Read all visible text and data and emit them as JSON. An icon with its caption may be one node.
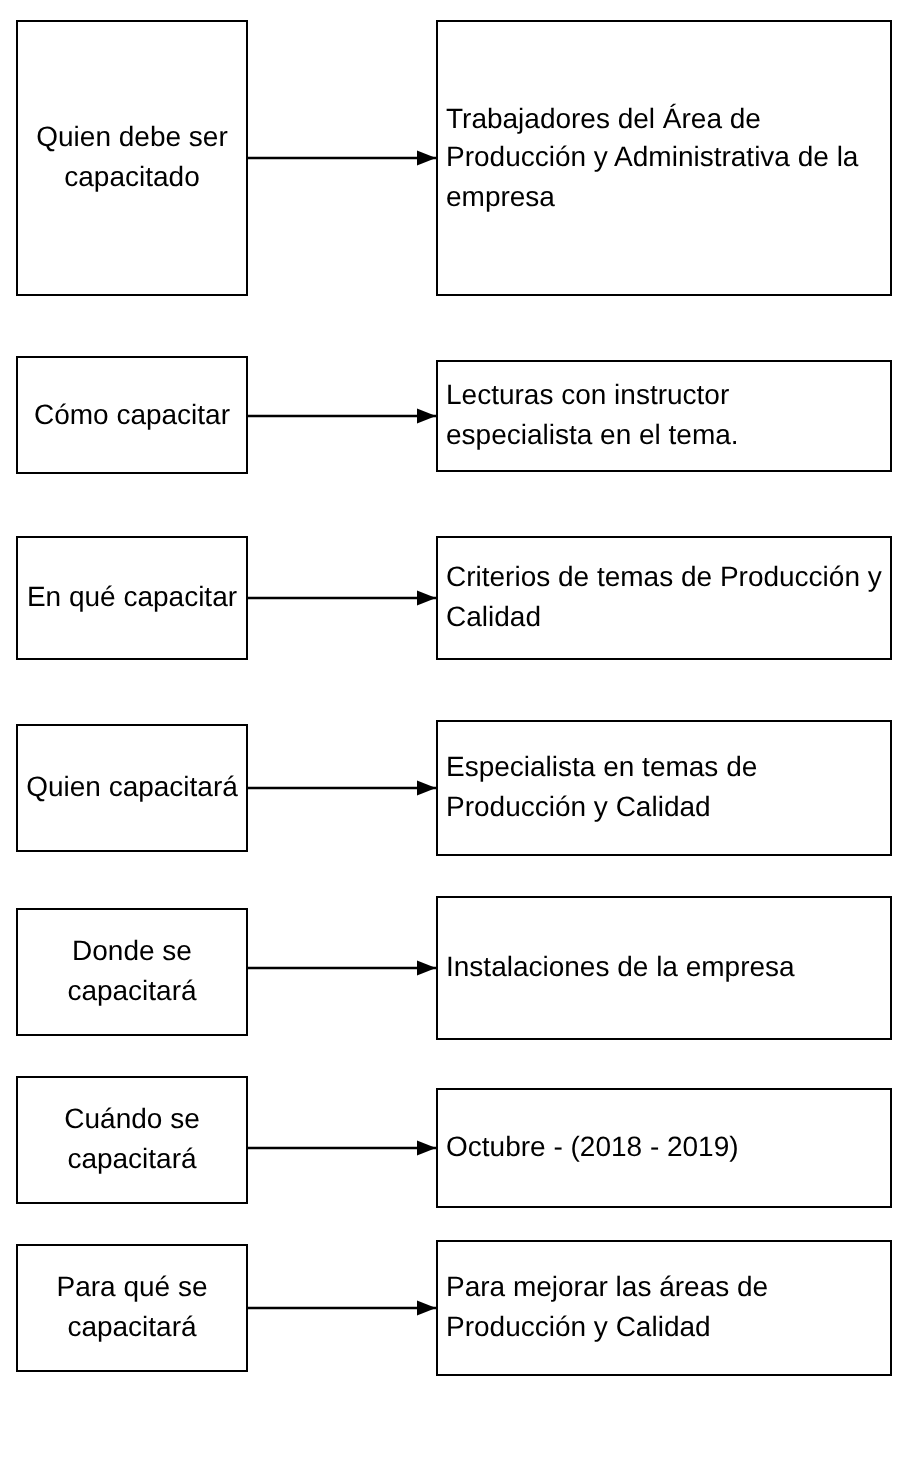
{
  "diagram": {
    "nodes": [
      {
        "text": [
          "Quien debe ser capacitado"
        ]
      },
      {
        "text": [
          "Trabajadores del Área de Producción y Administrativa de la empresa"
        ]
      },
      {
        "text": [
          "Cómo capacitar"
        ]
      },
      {
        "text": [
          "Lecturas con instructor especialista en el tema."
        ]
      },
      {
        "text": [
          "En qué capacitar"
        ]
      },
      {
        "text": [
          "Criterios de temas de Producción y Calidad"
        ]
      },
      {
        "text": [
          "Quien capacitará"
        ]
      },
      {
        "text": [
          "Especialista en temas de Producción y Calidad"
        ]
      },
      {
        "text": [
          "Donde se capacitará"
        ]
      },
      {
        "text": [
          "Instalaciones de la empresa"
        ]
      },
      {
        "text": [
          "Cuándo se capacitará"
        ]
      },
      {
        "text": [
          "Octubre - (2018 - 2019)"
        ]
      },
      {
        "text": [
          "Para qué se capacitará"
        ]
      },
      {
        "text": [
          "Para mejorar las áreas de Producción y Calidad"
        ]
      }
    ],
    "edges": [
      {
        "from": 0,
        "to": 1,
        "arrow": "to"
      },
      {
        "from": 2,
        "to": 3,
        "arrow": "to"
      },
      {
        "from": 4,
        "to": 5,
        "arrow": "to"
      },
      {
        "from": 6,
        "to": 7,
        "arrow": "to"
      },
      {
        "from": 8,
        "to": 9,
        "arrow": "to"
      },
      {
        "from": 10,
        "to": 11,
        "arrow": "to"
      },
      {
        "from": 12,
        "to": 13,
        "arrow": "to"
      }
    ]
  }
}
